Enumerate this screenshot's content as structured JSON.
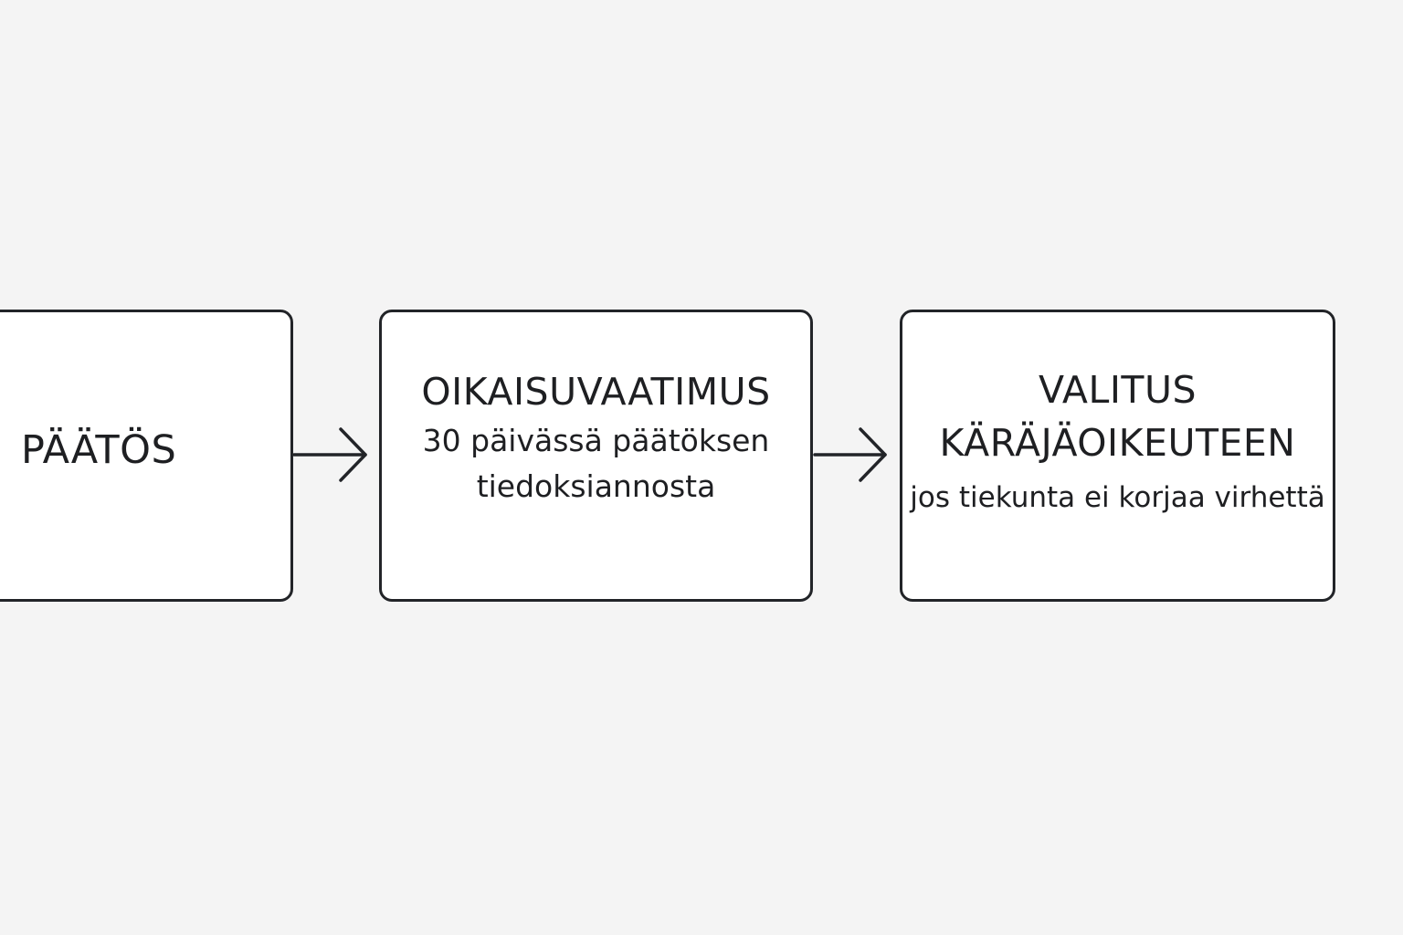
{
  "steps": [
    {
      "title": "PÄÄTÖS",
      "lines": []
    },
    {
      "title": "OIKAISUVAATIMUS",
      "lines": [
        "30 päivässä päätöksen",
        "tiedoksiannosta"
      ]
    },
    {
      "title_lines": [
        "VALITUS",
        "KÄRÄJÄOIKEUTEEN"
      ],
      "lines": [
        "jos tiekunta ei korjaa virhettä"
      ]
    }
  ],
  "colors": {
    "background": "#f4f4f4",
    "box_fill": "#ffffff",
    "stroke": "#222428",
    "text": "#1e1f22"
  }
}
